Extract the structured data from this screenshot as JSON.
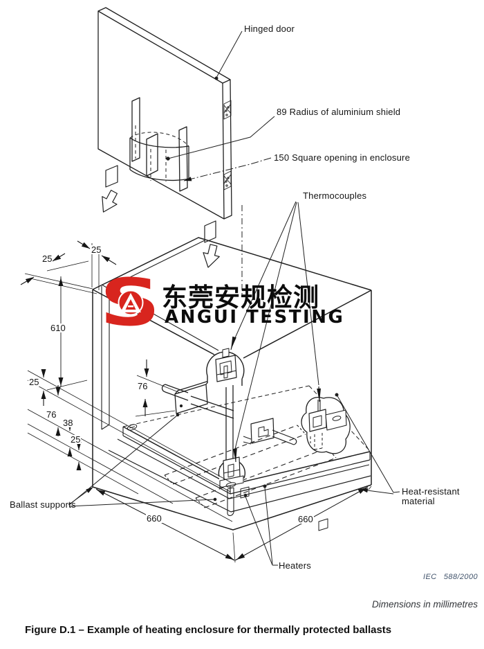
{
  "watermark": {
    "symbol": "S",
    "cn": "东莞安规检测",
    "en": "ANGUI TESTING",
    "accent_red": "#d8251e"
  },
  "labels": {
    "hinged_door": "Hinged door",
    "radius_shield": "89 Radius of aluminium shield",
    "square_opening": "150 Square opening in enclosure",
    "thermocouples": "Thermocouples",
    "heat_resistant_material": "Heat-resistant material",
    "ballast_supports": "Ballast supports",
    "heaters": "Heaters"
  },
  "dimensions": {
    "lid_overhang": "25",
    "wall_thickness": "25",
    "inner_height": "610",
    "floor_gap_top": "25",
    "floor_layer_a": "76",
    "floor_layer_b": "38",
    "floor_gap_bottom": "25",
    "rail_height": "76",
    "width_left": "660",
    "width_right": "660"
  },
  "footer": {
    "reference": "IEC   588/2000",
    "units_note": "Dimensions in millimetres",
    "caption": "Figure D.1 – Example of heating enclosure for thermally protected ballasts"
  }
}
